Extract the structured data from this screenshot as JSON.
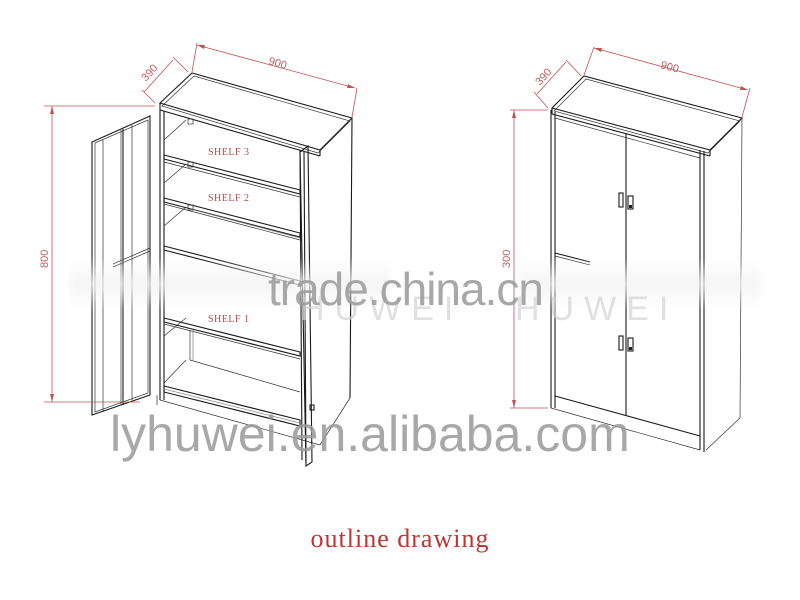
{
  "caption": "outline drawing",
  "watermarks": {
    "primary": "trade.china.cn",
    "secondary": "lyhuwei.en.alibaba.com",
    "faint_left": "HUWEI",
    "faint_right": "HUWEI"
  },
  "colors": {
    "dimension": "#c85050",
    "caption": "#c03434",
    "line": "#1a1a1a",
    "watermark": "#9a9a9a"
  },
  "drawings": [
    {
      "view": "open-door cabinet",
      "dimensions": {
        "width": "900",
        "depth": "390",
        "height": "800"
      },
      "shelves": [
        "SHELF 3",
        "SHELF 2",
        "SHELF 1"
      ]
    },
    {
      "view": "closed-door cabinet",
      "dimensions": {
        "width": "900",
        "depth": "390",
        "height": "300"
      }
    }
  ]
}
